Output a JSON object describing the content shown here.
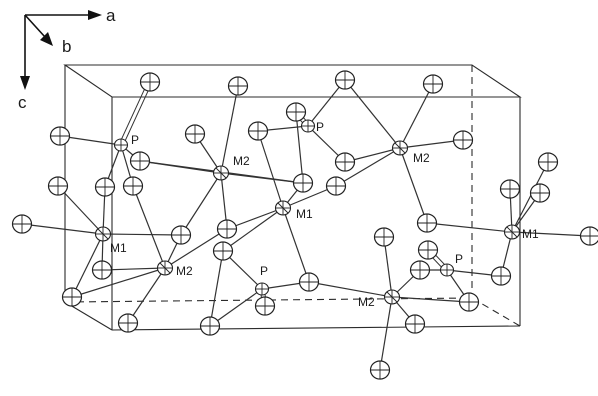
{
  "axes": {
    "a_label": "a",
    "b_label": "b",
    "c_label": "c"
  },
  "labels": {
    "p1": "P",
    "p2": "P",
    "p3": "P",
    "p4": "P",
    "m2_1": "M2",
    "m2_2": "M2",
    "m2_3": "M2",
    "m2_4": "M2",
    "m1_1": "M1",
    "m1_2": "M1",
    "m1_3": "M1"
  }
}
